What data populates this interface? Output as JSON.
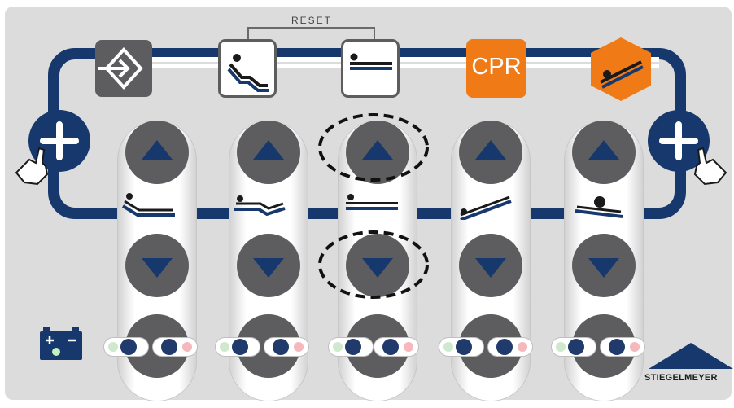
{
  "top_controls": {
    "reset_label": "RESET",
    "cpr_label": "CPR",
    "exit_mode_icon": "exit-arrow-icon",
    "chair_mode_icon": "chair-position-icon",
    "flat_mode_icon": "flat-bed-icon",
    "trendelenburg_mode_icon": "trendelenburg-icon"
  },
  "plus_buttons": {
    "left_icon": "plus-icon",
    "right_icon": "plus-icon"
  },
  "adjust_columns": [
    {
      "id": "back-rest",
      "icon": "back-rest-icon"
    },
    {
      "id": "leg-rest",
      "icon": "leg-rest-icon"
    },
    {
      "id": "height",
      "icon": "height-icon",
      "highlighted": true
    },
    {
      "id": "tilt",
      "icon": "tilt-icon"
    },
    {
      "id": "roll",
      "icon": "roll-icon"
    }
  ],
  "battery_icon": "battery-icon",
  "brand": {
    "name": "STIEGELMEYER"
  },
  "colors": {
    "navy": "#16386d",
    "orange": "#f07b16",
    "button_grey": "#5d5d5f",
    "green_led": "#cfe9cf",
    "red_led": "#f4b8bd"
  }
}
